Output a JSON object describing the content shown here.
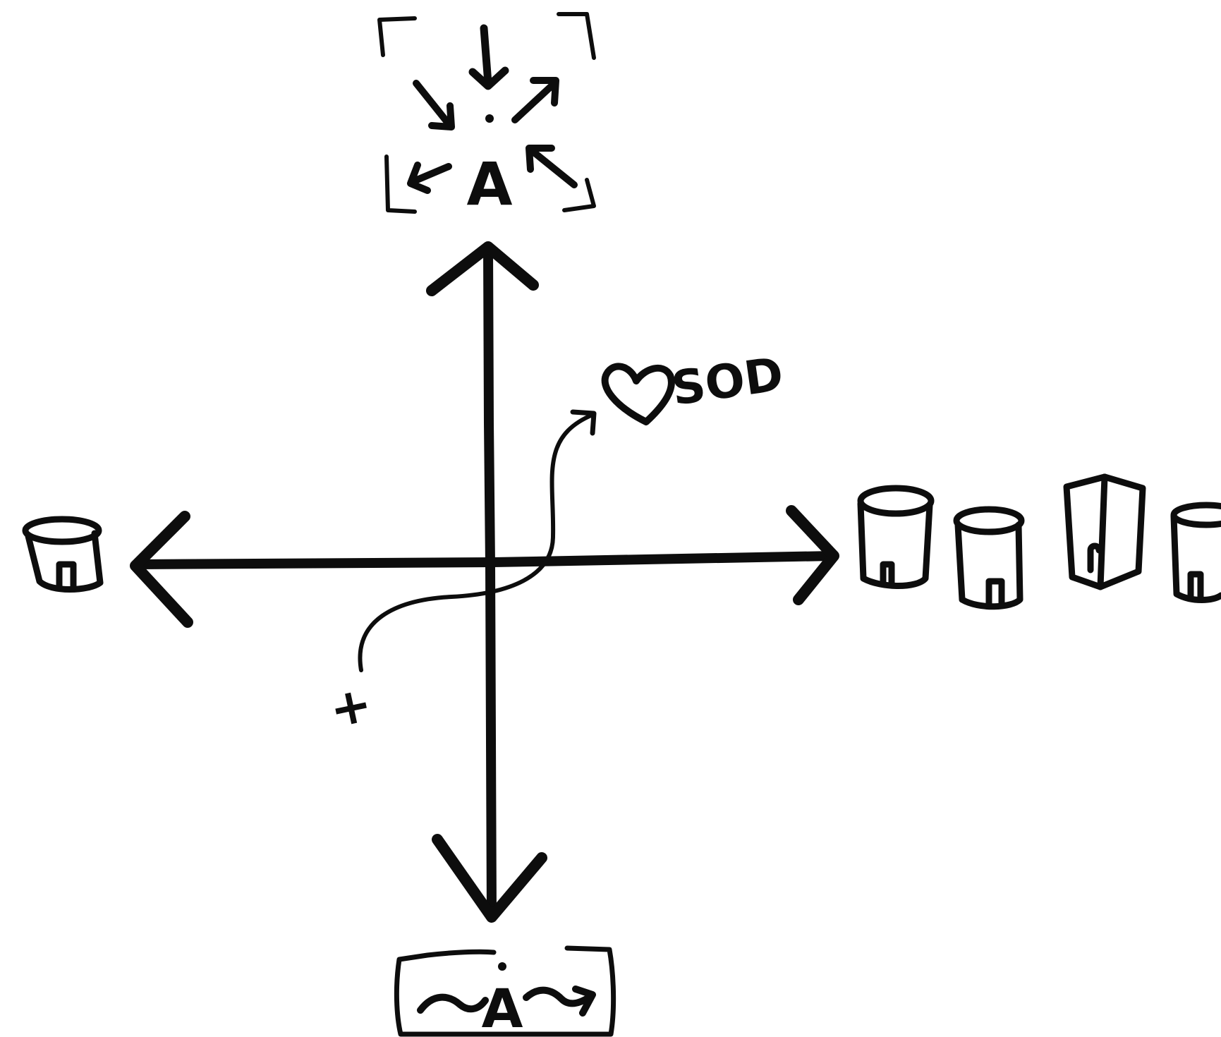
{
  "ink_color": "#0d0d0d",
  "background": "#ffffff",
  "top_box": {
    "letter": "A",
    "arrow_icons": [
      "arrow-down-icon",
      "arrow-down-right-icon",
      "arrow-up-right-icon",
      "arrow-up-left-icon",
      "arrow-down-left-icon"
    ]
  },
  "bottom_box": {
    "letter": "A"
  },
  "annotation": {
    "text": "SOD",
    "icon": "heart-icon"
  },
  "curve_start_mark": {
    "text": "+"
  },
  "building_icons": {
    "left": [
      "building-icon"
    ],
    "right": [
      "building-icon",
      "building-icon",
      "building-icon",
      "building-icon"
    ]
  }
}
